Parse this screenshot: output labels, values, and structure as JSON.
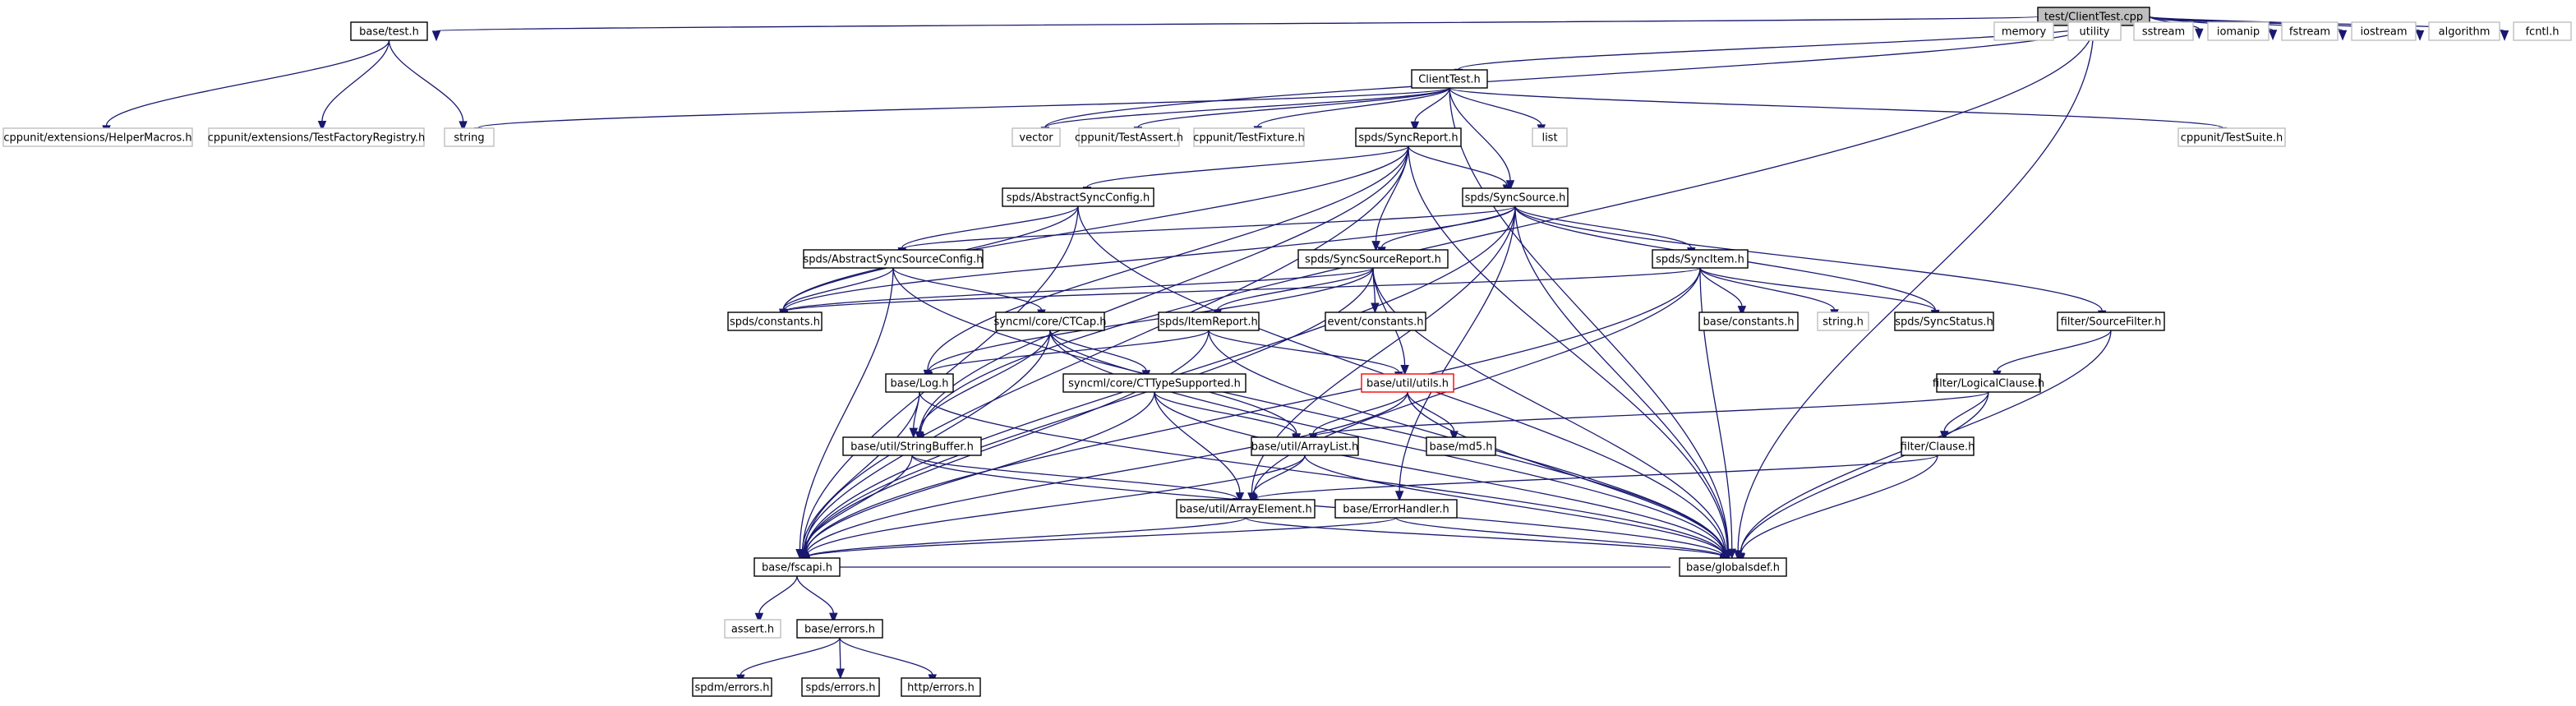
{
  "diagram": {
    "root": "test/ClientTest.cpp",
    "edge_color": "#191970",
    "node_border_color": "#000000",
    "external_border_color": "#bfbfbf",
    "missing_border_color": "#ff0000",
    "root_fill_color": "#bfbfbf",
    "nodes": [
      {
        "id": "root",
        "label": "test/ClientTest.cpp",
        "kind": "root"
      },
      {
        "id": "base_test",
        "label": "base/test.h",
        "kind": "normal"
      },
      {
        "id": "clienttest_h",
        "label": "ClientTest.h",
        "kind": "normal"
      },
      {
        "id": "memory",
        "label": "memory",
        "kind": "ext"
      },
      {
        "id": "utility",
        "label": "utility",
        "kind": "ext"
      },
      {
        "id": "sstream",
        "label": "sstream",
        "kind": "ext"
      },
      {
        "id": "iomanip",
        "label": "iomanip",
        "kind": "ext"
      },
      {
        "id": "fstream",
        "label": "fstream",
        "kind": "ext"
      },
      {
        "id": "iostream",
        "label": "iostream",
        "kind": "ext"
      },
      {
        "id": "algorithm",
        "label": "algorithm",
        "kind": "ext"
      },
      {
        "id": "fcntl",
        "label": "fcntl.h",
        "kind": "ext"
      },
      {
        "id": "helpermacros",
        "label": "cppunit/extensions/HelperMacros.h",
        "kind": "ext"
      },
      {
        "id": "testfactory",
        "label": "cppunit/extensions/TestFactoryRegistry.h",
        "kind": "ext"
      },
      {
        "id": "string",
        "label": "string",
        "kind": "ext"
      },
      {
        "id": "vector",
        "label": "vector",
        "kind": "ext"
      },
      {
        "id": "testassert",
        "label": "cppunit/TestAssert.h",
        "kind": "ext"
      },
      {
        "id": "testfixture",
        "label": "cppunit/TestFixture.h",
        "kind": "ext"
      },
      {
        "id": "list",
        "label": "list",
        "kind": "ext"
      },
      {
        "id": "testsuite",
        "label": "cppunit/TestSuite.h",
        "kind": "ext"
      },
      {
        "id": "syncreport",
        "label": "spds/SyncReport.h",
        "kind": "normal"
      },
      {
        "id": "abssyncconfig",
        "label": "spds/AbstractSyncConfig.h",
        "kind": "normal"
      },
      {
        "id": "syncsource",
        "label": "spds/SyncSource.h",
        "kind": "normal"
      },
      {
        "id": "abssyncsrcconfig",
        "label": "spds/AbstractSyncSourceConfig.h",
        "kind": "normal"
      },
      {
        "id": "syncsourcereport",
        "label": "spds/SyncSourceReport.h",
        "kind": "normal"
      },
      {
        "id": "syncitem",
        "label": "spds/SyncItem.h",
        "kind": "normal"
      },
      {
        "id": "spds_constants",
        "label": "spds/constants.h",
        "kind": "normal"
      },
      {
        "id": "ctcap",
        "label": "syncml/core/CTCap.h",
        "kind": "normal"
      },
      {
        "id": "itemreport",
        "label": "spds/ItemReport.h",
        "kind": "normal"
      },
      {
        "id": "event_constants",
        "label": "event/constants.h",
        "kind": "normal"
      },
      {
        "id": "base_constants",
        "label": "base/constants.h",
        "kind": "normal"
      },
      {
        "id": "string_h",
        "label": "string.h",
        "kind": "ext"
      },
      {
        "id": "syncstatus",
        "label": "spds/SyncStatus.h",
        "kind": "normal"
      },
      {
        "id": "sourcefilter",
        "label": "filter/SourceFilter.h",
        "kind": "normal"
      },
      {
        "id": "base_log",
        "label": "base/Log.h",
        "kind": "normal"
      },
      {
        "id": "cttypesupported",
        "label": "syncml/core/CTTypeSupported.h",
        "kind": "normal"
      },
      {
        "id": "utils",
        "label": "base/util/utils.h",
        "kind": "missing"
      },
      {
        "id": "logicalclause",
        "label": "filter/LogicalClause.h",
        "kind": "normal"
      },
      {
        "id": "stringbuffer",
        "label": "base/util/StringBuffer.h",
        "kind": "normal"
      },
      {
        "id": "arraylist",
        "label": "base/util/ArrayList.h",
        "kind": "normal"
      },
      {
        "id": "md5",
        "label": "base/md5.h",
        "kind": "normal"
      },
      {
        "id": "clause",
        "label": "filter/Clause.h",
        "kind": "normal"
      },
      {
        "id": "arrayelement",
        "label": "base/util/ArrayElement.h",
        "kind": "normal"
      },
      {
        "id": "errorhandler",
        "label": "base/ErrorHandler.h",
        "kind": "normal"
      },
      {
        "id": "fscapi",
        "label": "base/fscapi.h",
        "kind": "normal"
      },
      {
        "id": "globalsdef",
        "label": "base/globalsdef.h",
        "kind": "normal"
      },
      {
        "id": "assert",
        "label": "assert.h",
        "kind": "ext"
      },
      {
        "id": "base_errors",
        "label": "base/errors.h",
        "kind": "normal"
      },
      {
        "id": "spdm_errors",
        "label": "spdm/errors.h",
        "kind": "normal"
      },
      {
        "id": "spds_errors",
        "label": "spds/errors.h",
        "kind": "normal"
      },
      {
        "id": "http_errors",
        "label": "http/errors.h",
        "kind": "normal"
      }
    ],
    "edges": [
      [
        "root",
        "base_test"
      ],
      [
        "root",
        "clienttest_h"
      ],
      [
        "root",
        "memory"
      ],
      [
        "root",
        "utility"
      ],
      [
        "root",
        "sstream"
      ],
      [
        "root",
        "iomanip"
      ],
      [
        "root",
        "fstream"
      ],
      [
        "root",
        "iostream"
      ],
      [
        "root",
        "algorithm"
      ],
      [
        "root",
        "fcntl"
      ],
      [
        "root",
        "vector"
      ],
      [
        "root",
        "stringbuffer"
      ],
      [
        "root",
        "globalsdef"
      ],
      [
        "base_test",
        "helpermacros"
      ],
      [
        "base_test",
        "testfactory"
      ],
      [
        "base_test",
        "string"
      ],
      [
        "clienttest_h",
        "string"
      ],
      [
        "clienttest_h",
        "vector"
      ],
      [
        "clienttest_h",
        "testassert"
      ],
      [
        "clienttest_h",
        "testfixture"
      ],
      [
        "clienttest_h",
        "list"
      ],
      [
        "clienttest_h",
        "testsuite"
      ],
      [
        "clienttest_h",
        "syncreport"
      ],
      [
        "clienttest_h",
        "syncsource"
      ],
      [
        "clienttest_h",
        "globalsdef"
      ],
      [
        "syncreport",
        "abssyncconfig"
      ],
      [
        "syncreport",
        "syncsource"
      ],
      [
        "syncreport",
        "syncsourcereport"
      ],
      [
        "syncreport",
        "spds_constants"
      ],
      [
        "syncreport",
        "base_log"
      ],
      [
        "syncreport",
        "stringbuffer"
      ],
      [
        "syncreport",
        "fscapi"
      ],
      [
        "syncreport",
        "globalsdef"
      ],
      [
        "abssyncconfig",
        "abssyncsrcconfig"
      ],
      [
        "abssyncconfig",
        "spds_constants"
      ],
      [
        "abssyncconfig",
        "fscapi"
      ],
      [
        "abssyncconfig",
        "globalsdef"
      ],
      [
        "syncsource",
        "abssyncsrcconfig"
      ],
      [
        "syncsource",
        "syncsourcereport"
      ],
      [
        "syncsource",
        "syncitem"
      ],
      [
        "syncsource",
        "syncstatus"
      ],
      [
        "syncsource",
        "sourcefilter"
      ],
      [
        "syncsource",
        "spds_constants"
      ],
      [
        "syncsource",
        "arrayelement"
      ],
      [
        "syncsource",
        "errorhandler"
      ],
      [
        "syncsource",
        "globalsdef"
      ],
      [
        "syncsource",
        "fscapi"
      ],
      [
        "abssyncsrcconfig",
        "spds_constants"
      ],
      [
        "abssyncsrcconfig",
        "ctcap"
      ],
      [
        "abssyncsrcconfig",
        "fscapi"
      ],
      [
        "abssyncsrcconfig",
        "globalsdef"
      ],
      [
        "syncsourcereport",
        "itemreport"
      ],
      [
        "syncsourcereport",
        "event_constants"
      ],
      [
        "syncsourcereport",
        "utils"
      ],
      [
        "syncsourcereport",
        "spds_constants"
      ],
      [
        "syncsourcereport",
        "base_log"
      ],
      [
        "syncsourcereport",
        "fscapi"
      ],
      [
        "syncsourcereport",
        "globalsdef"
      ],
      [
        "syncitem",
        "spds_constants"
      ],
      [
        "syncitem",
        "base_constants"
      ],
      [
        "syncitem",
        "string_h"
      ],
      [
        "syncitem",
        "syncstatus"
      ],
      [
        "syncitem",
        "arrayelement"
      ],
      [
        "syncitem",
        "fscapi"
      ],
      [
        "syncitem",
        "globalsdef"
      ],
      [
        "ctcap",
        "cttypesupported"
      ],
      [
        "ctcap",
        "stringbuffer"
      ],
      [
        "ctcap",
        "arraylist"
      ],
      [
        "ctcap",
        "fscapi"
      ],
      [
        "ctcap",
        "globalsdef"
      ],
      [
        "itemreport",
        "base_log"
      ],
      [
        "itemreport",
        "utils"
      ],
      [
        "itemreport",
        "fscapi"
      ],
      [
        "itemreport",
        "globalsdef"
      ],
      [
        "sourcefilter",
        "logicalclause"
      ],
      [
        "sourcefilter",
        "globalsdef"
      ],
      [
        "base_log",
        "stringbuffer"
      ],
      [
        "base_log",
        "fscapi"
      ],
      [
        "base_log",
        "globalsdef"
      ],
      [
        "cttypesupported",
        "arraylist"
      ],
      [
        "cttypesupported",
        "arrayelement"
      ],
      [
        "cttypesupported",
        "fscapi"
      ],
      [
        "cttypesupported",
        "globalsdef"
      ],
      [
        "utils",
        "arraylist"
      ],
      [
        "utils",
        "md5"
      ],
      [
        "utils",
        "fscapi"
      ],
      [
        "utils",
        "globalsdef"
      ],
      [
        "logicalclause",
        "clause"
      ],
      [
        "logicalclause",
        "arraylist"
      ],
      [
        "logicalclause",
        "globalsdef"
      ],
      [
        "stringbuffer",
        "arrayelement"
      ],
      [
        "stringbuffer",
        "fscapi"
      ],
      [
        "stringbuffer",
        "globalsdef"
      ],
      [
        "arraylist",
        "arrayelement"
      ],
      [
        "arraylist",
        "fscapi"
      ],
      [
        "arraylist",
        "globalsdef"
      ],
      [
        "clause",
        "arrayelement"
      ],
      [
        "clause",
        "globalsdef"
      ],
      [
        "arrayelement",
        "fscapi"
      ],
      [
        "arrayelement",
        "globalsdef"
      ],
      [
        "errorhandler",
        "fscapi"
      ],
      [
        "errorhandler",
        "globalsdef"
      ],
      [
        "fscapi",
        "assert"
      ],
      [
        "fscapi",
        "base_errors"
      ],
      [
        "fscapi",
        "globalsdef"
      ],
      [
        "base_errors",
        "spdm_errors"
      ],
      [
        "base_errors",
        "spds_errors"
      ],
      [
        "base_errors",
        "http_errors"
      ]
    ]
  }
}
